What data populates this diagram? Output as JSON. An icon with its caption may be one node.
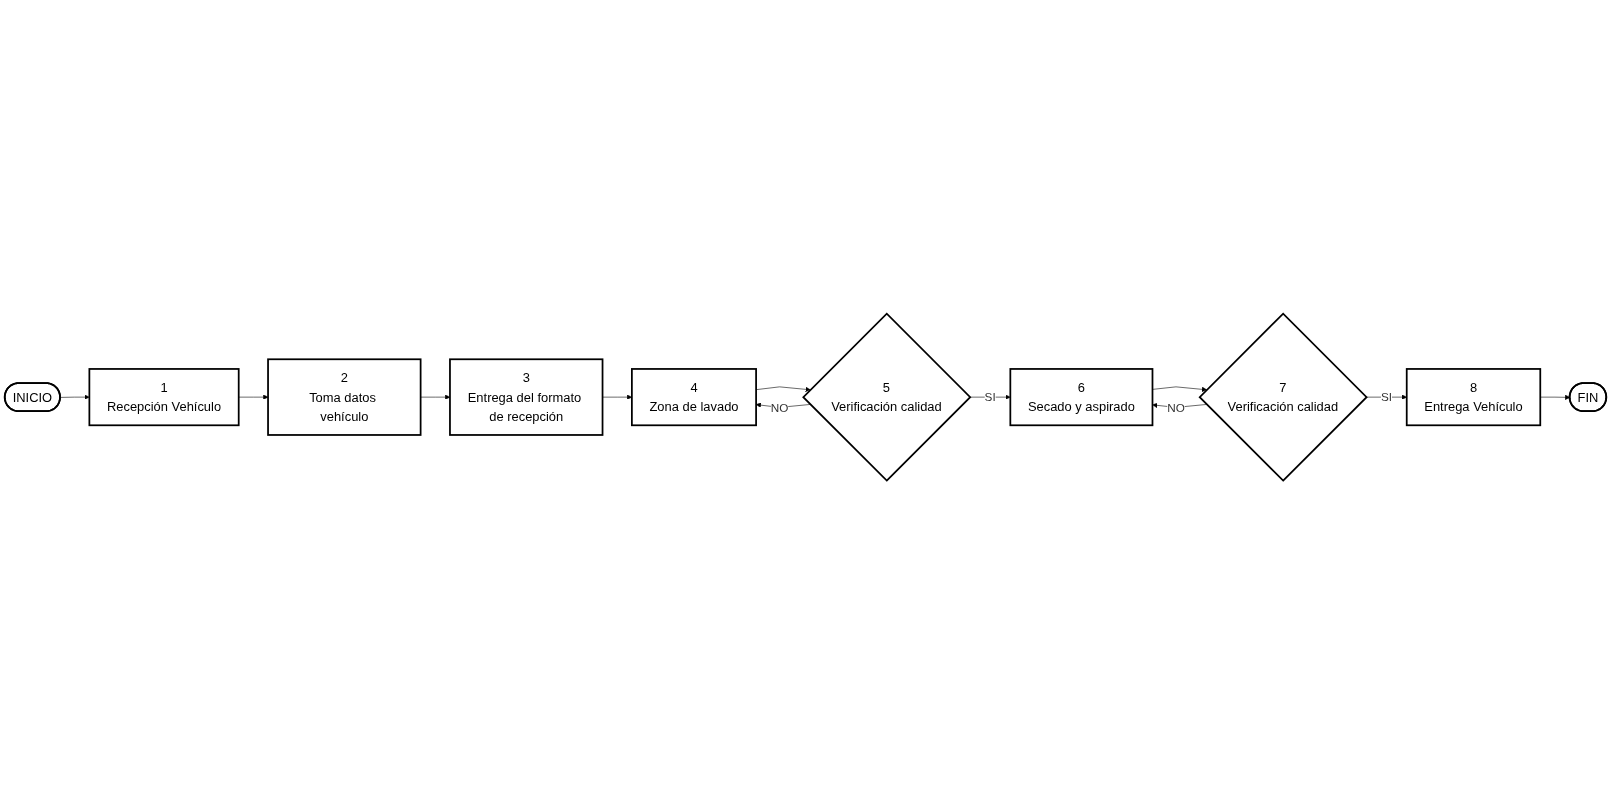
{
  "diagram": {
    "nodes": [
      {
        "text": [
          "INICIO"
        ]
      },
      {
        "text": [
          "1",
          "Recepción Vehículo"
        ]
      },
      {
        "text": [
          "2",
          "Toma datos vehículo"
        ]
      },
      {
        "text": [
          "3",
          "Entrega del formato de recepción"
        ]
      },
      {
        "text": [
          "4",
          "Zona de lavado"
        ]
      },
      {
        "text": [
          "5",
          "Verificación calidad"
        ]
      },
      {
        "text": [
          "6",
          "Secado y aspirado"
        ]
      },
      {
        "text": [
          "7",
          "Verificación calidad"
        ]
      },
      {
        "text": [
          "8",
          "Entrega Vehículo"
        ]
      },
      {
        "text": [
          "FIN"
        ]
      }
    ],
    "edges": [
      {
        "from": 0,
        "to": 1,
        "arrow": "to"
      },
      {
        "from": 1,
        "to": 2,
        "arrow": "to"
      },
      {
        "from": 2,
        "to": 3,
        "arrow": "to"
      },
      {
        "from": 3,
        "to": 4,
        "arrow": "to"
      },
      {
        "from": 4,
        "to": 5,
        "arrow": "to"
      },
      {
        "from": 5,
        "to": 6,
        "arrow": "to",
        "label": "SI"
      },
      {
        "from": 5,
        "to": 4,
        "arrow": "to",
        "label": "NO"
      },
      {
        "from": 6,
        "to": 7,
        "arrow": "to"
      },
      {
        "from": 7,
        "to": 8,
        "arrow": "to",
        "label": "SI"
      },
      {
        "from": 7,
        "to": 6,
        "arrow": "to",
        "label": "NO"
      },
      {
        "from": 8,
        "to": 9,
        "arrow": "to"
      }
    ]
  }
}
